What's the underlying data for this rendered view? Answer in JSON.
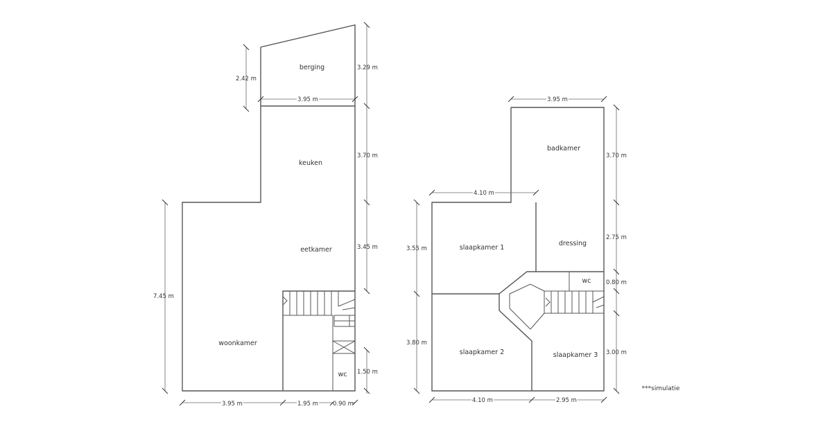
{
  "ground_floor": {
    "rooms": {
      "berging": "berging",
      "keuken": "keuken",
      "eetkamer": "eetkamer",
      "woonkamer": "woonkamer",
      "wc": "wc"
    },
    "dims": {
      "berging_left": "2.42 m",
      "berging_right": "3.29 m",
      "berging_width": "3.95 m",
      "keuken_right": "3.70 m",
      "eetkamer_right": "3.45 m",
      "total_left": "7.45 m",
      "wc_right": "1.50 m",
      "bottom_1": "3.95 m",
      "bottom_2": "1.95 m",
      "bottom_3": "0.90 m"
    }
  },
  "first_floor": {
    "rooms": {
      "badkamer": "badkamer",
      "slaapkamer_1": "slaapkamer 1",
      "dressing": "dressing",
      "wc": "wc",
      "slaapkamer_2": "slaapkamer 2",
      "slaapkamer_3": "slaapkamer 3"
    },
    "dims": {
      "top_width": "3.95 m",
      "badkamer_right": "3.70 m",
      "slaapkamer1_top": "4.10 m",
      "slaapkamer1_left": "3.55 m",
      "dressing_right": "2.75 m",
      "wc_right": "0.80 m",
      "slaapkamer2_left": "3.80 m",
      "slaapkamer3_right": "3.00 m",
      "bottom_1": "4.10 m",
      "bottom_2": "2.95 m"
    }
  },
  "note": "***simulatie"
}
